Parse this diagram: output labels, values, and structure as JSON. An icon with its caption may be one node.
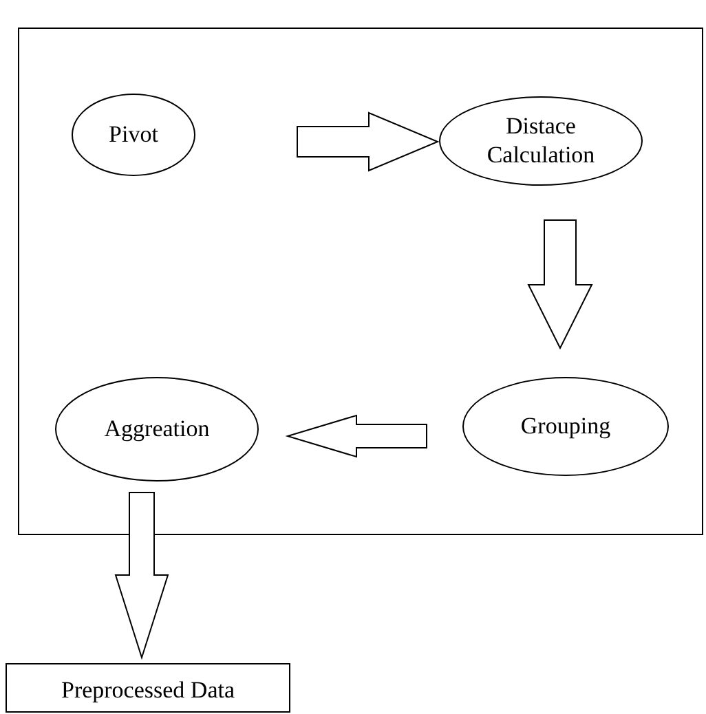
{
  "diagram": {
    "nodes": [
      {
        "text": [],
        "shape": "box"
      },
      {
        "text": [
          "Pivot"
        ],
        "in": 0
      },
      {
        "text": [
          "Distace Calculation"
        ],
        "in": 0
      },
      {
        "text": [
          "Grouping"
        ],
        "in": 0
      },
      {
        "text": [
          "Aggreation"
        ],
        "in": 0
      },
      {
        "text": [
          "Preprocessed Data"
        ]
      }
    ],
    "edges": [
      {
        "from": 1,
        "to": 2,
        "arrow": "to"
      },
      {
        "from": 2,
        "to": 3,
        "arrow": "to"
      },
      {
        "from": 3,
        "to": 4,
        "arrow": "to"
      },
      {
        "from": 4,
        "to": 5,
        "arrow": "to"
      }
    ]
  }
}
